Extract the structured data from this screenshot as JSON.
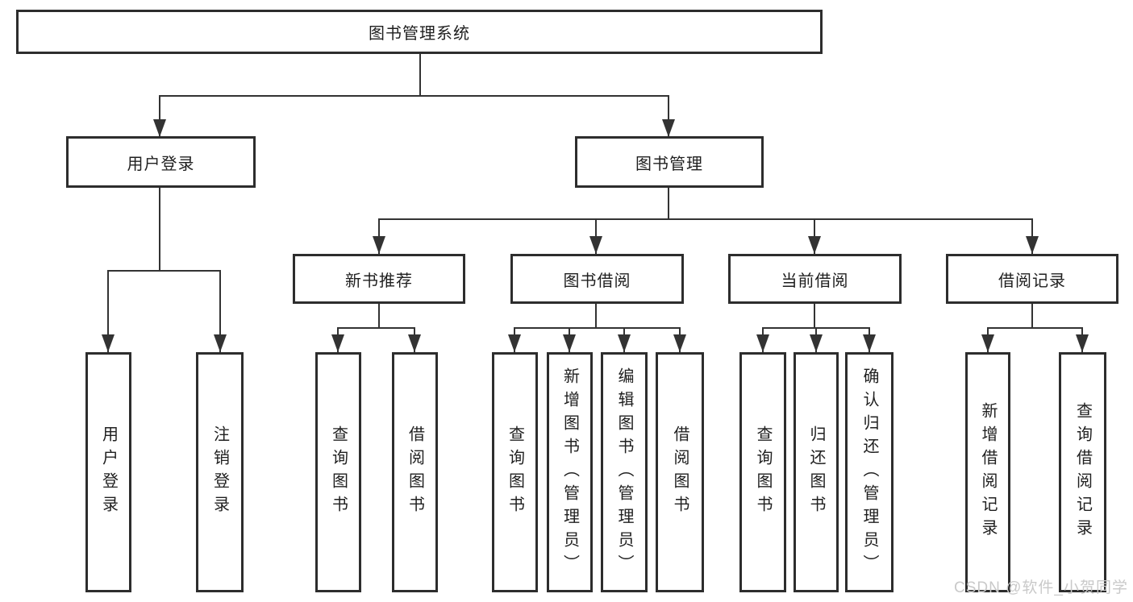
{
  "tree": {
    "root": "图书管理系统",
    "user_login": {
      "label": "用户登录",
      "children": [
        "用户登录",
        "注销登录"
      ]
    },
    "book_mgmt": {
      "label": "图书管理"
    },
    "new_book": {
      "label": "新书推荐",
      "children": [
        "查询图书",
        "借阅图书"
      ]
    },
    "borrow": {
      "label": "图书借阅",
      "children": [
        "查询图书",
        "新增图书（管理员）",
        "编辑图书（管理员）",
        "借阅图书"
      ]
    },
    "current": {
      "label": "当前借阅",
      "children": [
        "查询图书",
        "归还图书",
        "确认归还（管理员）"
      ]
    },
    "records": {
      "label": "借阅记录",
      "children": [
        "新增借阅记录",
        "查询借阅记录"
      ]
    }
  },
  "watermark": {
    "text": "CSDN @软件_小贺同学"
  },
  "colors": {
    "line": "#333333",
    "box_border": "#2d2d2d",
    "text": "#1f1f1f",
    "watermark": "#c9c9c9",
    "background": "#ffffff"
  }
}
